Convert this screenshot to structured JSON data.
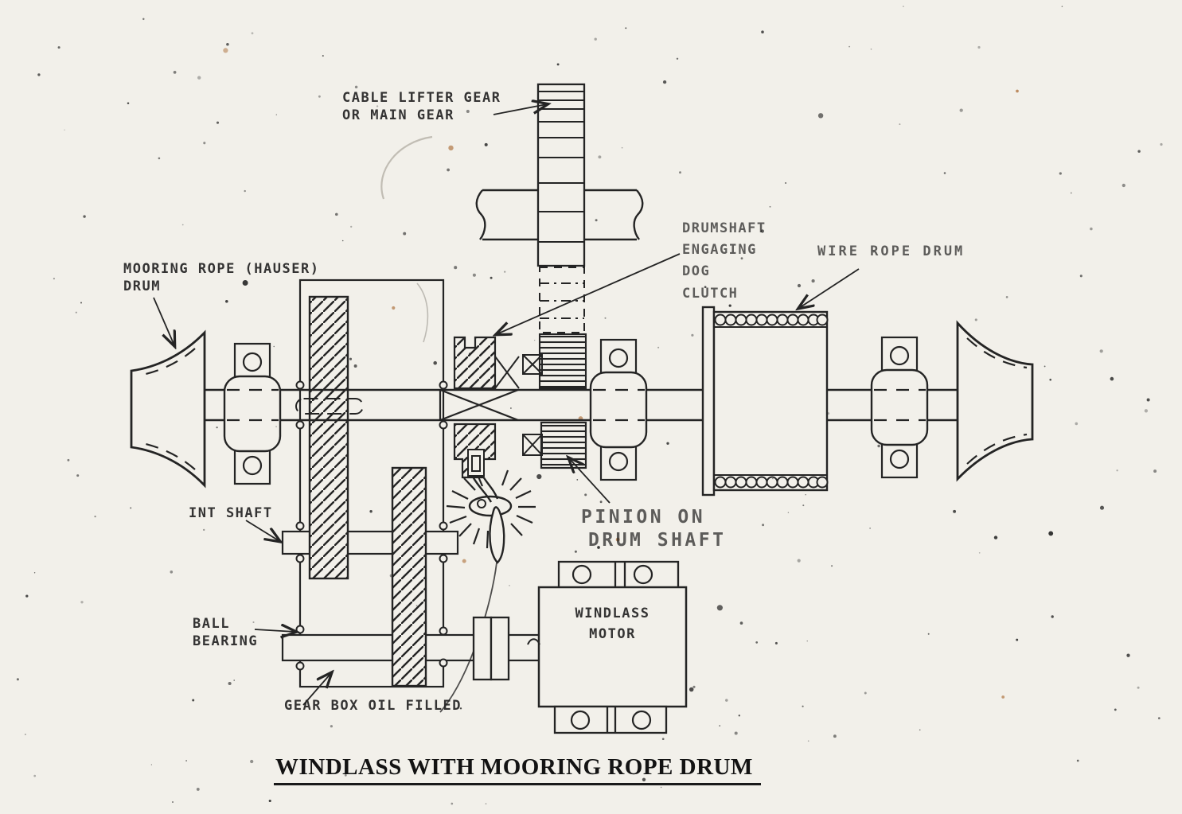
{
  "figure": {
    "caption": "WINDLASS WITH MOORING ROPE DRUM",
    "ink_color": "#242424",
    "paper_color": "#f2f0ea",
    "labels": {
      "cable_lifter_line1": "CABLE LIFTER GEAR",
      "cable_lifter_line2": "OR MAIN GEAR",
      "mooring_line1": "MOORING ROPE (HAUSER)",
      "mooring_line2": "DRUM",
      "drumshaft_line1": "DRUMSHAFT",
      "drumshaft_line2": "ENGAGING",
      "drumshaft_line3": "DOG",
      "drumshaft_line4": "CLUTCH",
      "wire_rope_drum": "WIRE ROPE DRUM",
      "int_shaft": "INT SHAFT",
      "ball_bearing_line1": "BALL",
      "ball_bearing_line2": "BEARING",
      "gear_box": "GEAR BOX OIL FILLED",
      "pinion_line1": "PINION ON",
      "pinion_line2": "DRUM SHAFT",
      "motor_line1": "WINDLASS",
      "motor_line2": "MOTOR"
    }
  }
}
